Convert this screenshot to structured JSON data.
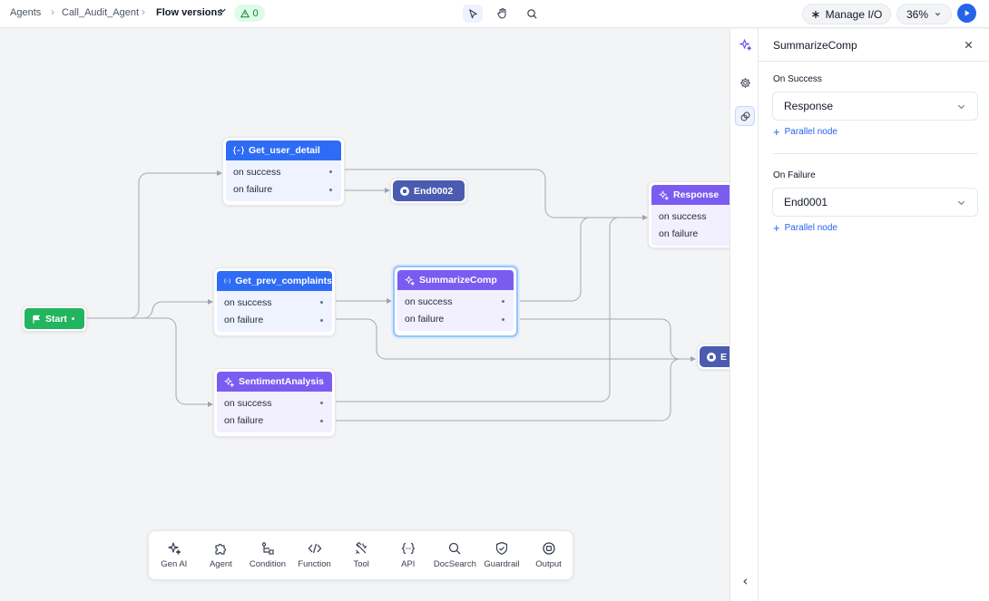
{
  "breadcrumb": {
    "items": [
      "Agents",
      "Call_Audit_Agent",
      "Flow versions"
    ],
    "warning_count": "0"
  },
  "toolbar": {
    "manage_io_label": "Manage I/O",
    "zoom_label": "36%"
  },
  "nodes": {
    "start": {
      "label": "Start"
    },
    "get_user_detail": {
      "title": "Get_user_detail",
      "rows": [
        "on success",
        "on failure"
      ]
    },
    "end0002": {
      "label": "End0002"
    },
    "response": {
      "title": "Response",
      "rows": [
        "on success",
        "on failure"
      ]
    },
    "get_prev_complaints": {
      "title": "Get_prev_complaints",
      "rows": [
        "on success",
        "on failure"
      ]
    },
    "summarize_comp": {
      "title": "SummarizeComp",
      "rows": [
        "on success",
        "on failure"
      ]
    },
    "sentiment_analysis": {
      "title": "SentimentAnalysis",
      "rows": [
        "on success",
        "on failure"
      ]
    },
    "end_partial": {
      "label": "E"
    }
  },
  "palette": {
    "items": [
      "Gen AI",
      "Agent",
      "Condition",
      "Function",
      "Tool",
      "API",
      "DocSearch",
      "Guardrail",
      "Output"
    ]
  },
  "panel": {
    "title": "SummarizeComp",
    "on_success": {
      "label": "On Success",
      "value": "Response",
      "link": "Parallel node"
    },
    "on_failure": {
      "label": "On Failure",
      "value": "End0001",
      "link": "Parallel node"
    }
  },
  "colors": {
    "api_header": "#2f6cf5",
    "genai_header": "#7b5cf0",
    "start": "#22b45f",
    "end": "#4b5bb0",
    "accent": "#2563eb"
  }
}
